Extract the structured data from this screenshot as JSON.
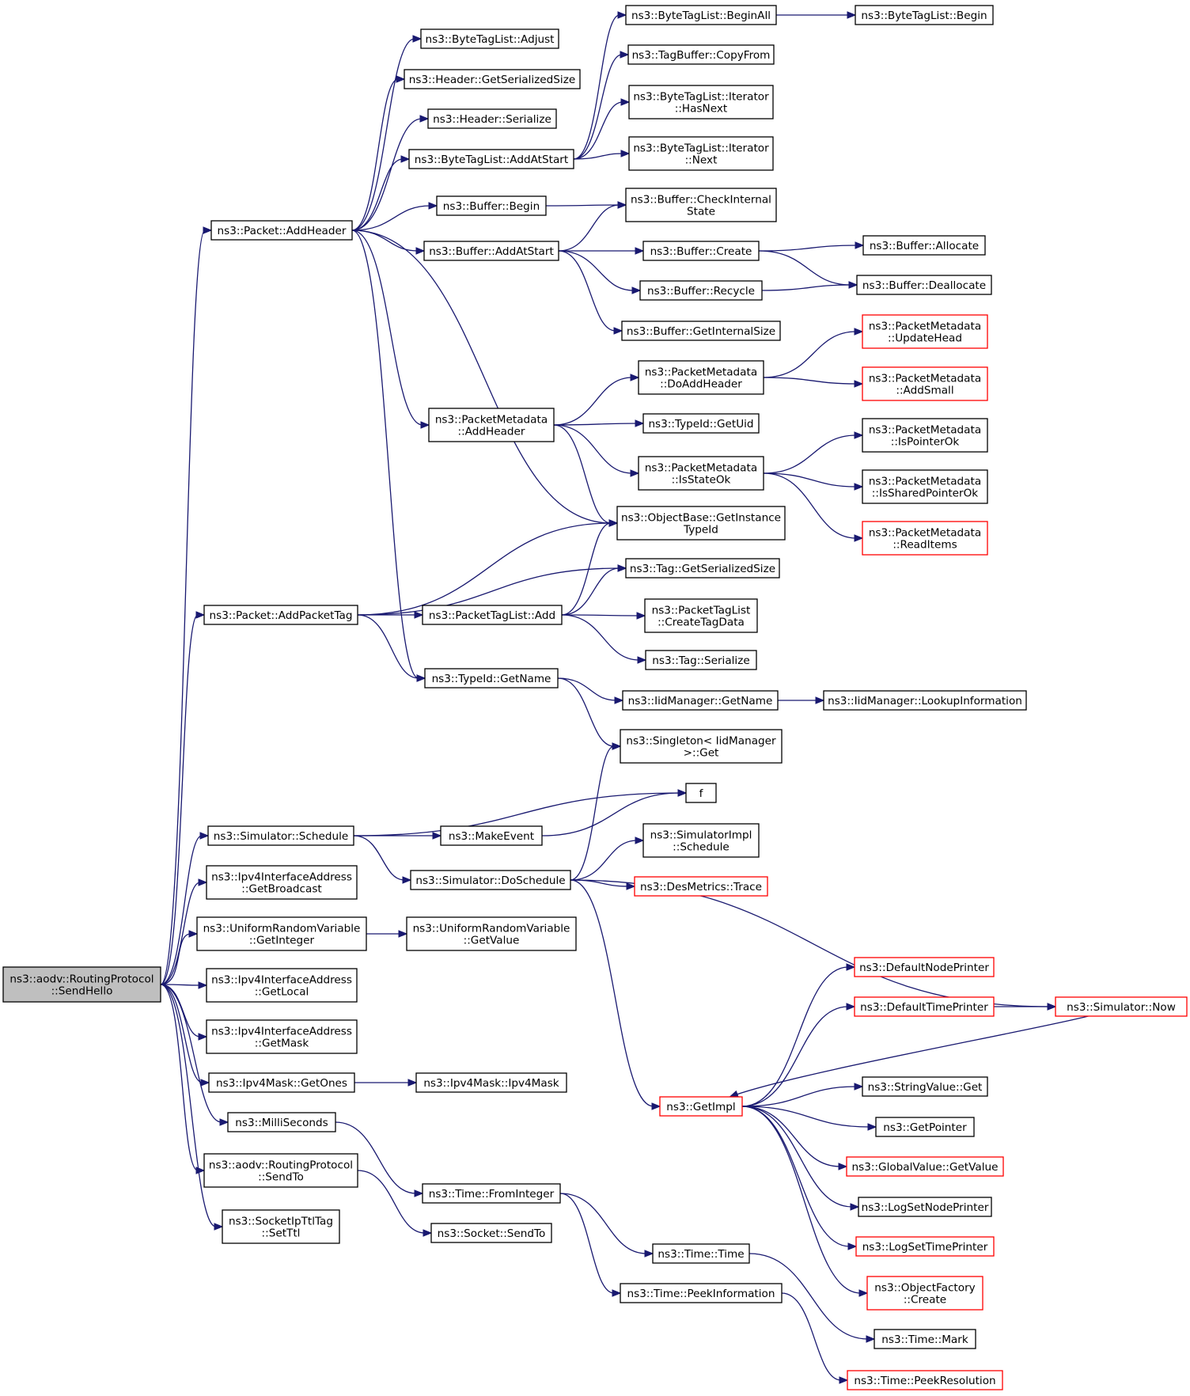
{
  "graph": {
    "root": "ns3::aodv::RoutingProtocol\n::SendHello",
    "nodes": [
      {
        "id": "root",
        "label": "ns3::aodv::RoutingProtocol\n::SendHello",
        "style": "root"
      },
      {
        "id": "packet_addheader",
        "label": "ns3::Packet::AddHeader"
      },
      {
        "id": "packet_addpackettag",
        "label": "ns3::Packet::AddPacketTag"
      },
      {
        "id": "sim_schedule",
        "label": "ns3::Simulator::Schedule"
      },
      {
        "id": "ipv4_getbroadcast",
        "label": "ns3::Ipv4InterfaceAddress\n::GetBroadcast"
      },
      {
        "id": "urv_getinteger",
        "label": "ns3::UniformRandomVariable\n::GetInteger"
      },
      {
        "id": "ipv4_getlocal",
        "label": "ns3::Ipv4InterfaceAddress\n::GetLocal"
      },
      {
        "id": "ipv4_getmask",
        "label": "ns3::Ipv4InterfaceAddress\n::GetMask"
      },
      {
        "id": "mask_getones",
        "label": "ns3::Ipv4Mask::GetOnes"
      },
      {
        "id": "milliseconds",
        "label": "ns3::MilliSeconds"
      },
      {
        "id": "rp_sendto",
        "label": "ns3::aodv::RoutingProtocol\n::SendTo"
      },
      {
        "id": "socketipttl_setttl",
        "label": "ns3::SocketIpTtlTag\n::SetTtl"
      },
      {
        "id": "btl_adjust",
        "label": "ns3::ByteTagList::Adjust"
      },
      {
        "id": "header_getsersize",
        "label": "ns3::Header::GetSerializedSize"
      },
      {
        "id": "header_serialize",
        "label": "ns3::Header::Serialize"
      },
      {
        "id": "btl_addatstart",
        "label": "ns3::ByteTagList::AddAtStart"
      },
      {
        "id": "buffer_begin",
        "label": "ns3::Buffer::Begin"
      },
      {
        "id": "buffer_addatstart",
        "label": "ns3::Buffer::AddAtStart"
      },
      {
        "id": "pm_addheader",
        "label": "ns3::PacketMetadata\n::AddHeader"
      },
      {
        "id": "ptl_add",
        "label": "ns3::PacketTagList::Add"
      },
      {
        "id": "typeid_getname",
        "label": "ns3::TypeId::GetName"
      },
      {
        "id": "makeevent",
        "label": "ns3::MakeEvent"
      },
      {
        "id": "sim_doschedule",
        "label": "ns3::Simulator::DoSchedule"
      },
      {
        "id": "urv_getvalue",
        "label": "ns3::UniformRandomVariable\n::GetValue"
      },
      {
        "id": "mask_ipv4mask",
        "label": "ns3::Ipv4Mask::Ipv4Mask"
      },
      {
        "id": "time_frominteger",
        "label": "ns3::Time::FromInteger"
      },
      {
        "id": "socket_sendto",
        "label": "ns3::Socket::SendTo"
      },
      {
        "id": "btl_beginall",
        "label": "ns3::ByteTagList::BeginAll"
      },
      {
        "id": "tagbuffer_copyfrom",
        "label": "ns3::TagBuffer::CopyFrom"
      },
      {
        "id": "btl_iter_hasnext",
        "label": "ns3::ByteTagList::Iterator\n::HasNext"
      },
      {
        "id": "btl_iter_next",
        "label": "ns3::ByteTagList::Iterator\n::Next"
      },
      {
        "id": "buffer_checkinternal",
        "label": "ns3::Buffer::CheckInternal\nState"
      },
      {
        "id": "buffer_create",
        "label": "ns3::Buffer::Create"
      },
      {
        "id": "buffer_recycle",
        "label": "ns3::Buffer::Recycle"
      },
      {
        "id": "buffer_getinternalsize",
        "label": "ns3::Buffer::GetInternalSize"
      },
      {
        "id": "pm_doaddheader",
        "label": "ns3::PacketMetadata\n::DoAddHeader"
      },
      {
        "id": "typeid_getuid",
        "label": "ns3::TypeId::GetUid"
      },
      {
        "id": "pm_isstateok",
        "label": "ns3::PacketMetadata\n::IsStateOk"
      },
      {
        "id": "objbase_getinstancetypeid",
        "label": "ns3::ObjectBase::GetInstance\nTypeId"
      },
      {
        "id": "tag_getsersize",
        "label": "ns3::Tag::GetSerializedSize"
      },
      {
        "id": "ptl_createtagdata",
        "label": "ns3::PacketTagList\n::CreateTagData"
      },
      {
        "id": "tag_serialize",
        "label": "ns3::Tag::Serialize"
      },
      {
        "id": "iidmgr_getname",
        "label": "ns3::IidManager::GetName"
      },
      {
        "id": "singleton_get",
        "label": "ns3::Singleton< IidManager\n>::Get"
      },
      {
        "id": "f",
        "label": "f"
      },
      {
        "id": "simimpl_schedule",
        "label": "ns3::SimulatorImpl\n::Schedule"
      },
      {
        "id": "desmetrics_trace",
        "label": "ns3::DesMetrics::Trace",
        "style": "red"
      },
      {
        "id": "getimpl",
        "label": "ns3::GetImpl",
        "style": "red"
      },
      {
        "id": "time_time",
        "label": "ns3::Time::Time"
      },
      {
        "id": "time_peekinformation",
        "label": "ns3::Time::PeekInformation"
      },
      {
        "id": "btl_begin",
        "label": "ns3::ByteTagList::Begin"
      },
      {
        "id": "buffer_allocate",
        "label": "ns3::Buffer::Allocate"
      },
      {
        "id": "buffer_deallocate",
        "label": "ns3::Buffer::Deallocate"
      },
      {
        "id": "pm_updatehead",
        "label": "ns3::PacketMetadata\n::UpdateHead",
        "style": "red"
      },
      {
        "id": "pm_addsmall",
        "label": "ns3::PacketMetadata\n::AddSmall",
        "style": "red"
      },
      {
        "id": "pm_ispointerok",
        "label": "ns3::PacketMetadata\n::IsPointerOk"
      },
      {
        "id": "pm_issharedpointerok",
        "label": "ns3::PacketMetadata\n::IsSharedPointerOk"
      },
      {
        "id": "pm_readitems",
        "label": "ns3::PacketMetadata\n::ReadItems",
        "style": "red"
      },
      {
        "id": "iidmgr_lookupinfo",
        "label": "ns3::IidManager::LookupInformation"
      },
      {
        "id": "defaultnodeprinter",
        "label": "ns3::DefaultNodePrinter",
        "style": "red"
      },
      {
        "id": "defaulttimeprinter",
        "label": "ns3::DefaultTimePrinter",
        "style": "red"
      },
      {
        "id": "sim_now",
        "label": "ns3::Simulator::Now",
        "style": "red"
      },
      {
        "id": "stringvalue_get",
        "label": "ns3::StringValue::Get"
      },
      {
        "id": "getpointer",
        "label": "ns3::GetPointer"
      },
      {
        "id": "globalvalue_getvalue",
        "label": "ns3::GlobalValue::GetValue",
        "style": "red"
      },
      {
        "id": "logsetnodeprinter",
        "label": "ns3::LogSetNodePrinter"
      },
      {
        "id": "logsettimeprinter",
        "label": "ns3::LogSetTimePrinter",
        "style": "red"
      },
      {
        "id": "objectfactory_create",
        "label": "ns3::ObjectFactory\n::Create",
        "style": "red"
      },
      {
        "id": "time_mark",
        "label": "ns3::Time::Mark"
      },
      {
        "id": "time_peekresolution",
        "label": "ns3::Time::PeekResolution",
        "style": "red"
      }
    ],
    "edges": [
      [
        "root",
        "packet_addheader"
      ],
      [
        "root",
        "packet_addpackettag"
      ],
      [
        "root",
        "sim_schedule"
      ],
      [
        "root",
        "ipv4_getbroadcast"
      ],
      [
        "root",
        "urv_getinteger"
      ],
      [
        "root",
        "ipv4_getlocal"
      ],
      [
        "root",
        "ipv4_getmask"
      ],
      [
        "root",
        "mask_getones"
      ],
      [
        "root",
        "milliseconds"
      ],
      [
        "root",
        "rp_sendto"
      ],
      [
        "root",
        "socketipttl_setttl"
      ],
      [
        "packet_addheader",
        "btl_adjust"
      ],
      [
        "packet_addheader",
        "header_getsersize"
      ],
      [
        "packet_addheader",
        "header_serialize"
      ],
      [
        "packet_addheader",
        "btl_addatstart"
      ],
      [
        "packet_addheader",
        "buffer_begin"
      ],
      [
        "packet_addheader",
        "buffer_addatstart"
      ],
      [
        "packet_addheader",
        "pm_addheader"
      ],
      [
        "packet_addheader",
        "objbase_getinstancetypeid"
      ],
      [
        "packet_addheader",
        "typeid_getname"
      ],
      [
        "btl_addatstart",
        "btl_beginall"
      ],
      [
        "btl_addatstart",
        "tagbuffer_copyfrom"
      ],
      [
        "btl_addatstart",
        "btl_iter_hasnext"
      ],
      [
        "btl_addatstart",
        "btl_iter_next"
      ],
      [
        "btl_beginall",
        "btl_begin"
      ],
      [
        "buffer_begin",
        "buffer_checkinternal"
      ],
      [
        "buffer_addatstart",
        "buffer_checkinternal"
      ],
      [
        "buffer_addatstart",
        "buffer_create"
      ],
      [
        "buffer_addatstart",
        "buffer_recycle"
      ],
      [
        "buffer_addatstart",
        "buffer_getinternalsize"
      ],
      [
        "buffer_create",
        "buffer_allocate"
      ],
      [
        "buffer_create",
        "buffer_deallocate"
      ],
      [
        "buffer_recycle",
        "buffer_deallocate"
      ],
      [
        "pm_addheader",
        "pm_doaddheader"
      ],
      [
        "pm_addheader",
        "typeid_getuid"
      ],
      [
        "pm_addheader",
        "pm_isstateok"
      ],
      [
        "pm_addheader",
        "objbase_getinstancetypeid"
      ],
      [
        "pm_doaddheader",
        "pm_updatehead"
      ],
      [
        "pm_doaddheader",
        "pm_addsmall"
      ],
      [
        "pm_isstateok",
        "pm_ispointerok"
      ],
      [
        "pm_isstateok",
        "pm_issharedpointerok"
      ],
      [
        "pm_isstateok",
        "pm_readitems"
      ],
      [
        "packet_addpackettag",
        "objbase_getinstancetypeid"
      ],
      [
        "packet_addpackettag",
        "tag_getsersize"
      ],
      [
        "packet_addpackettag",
        "ptl_add"
      ],
      [
        "packet_addpackettag",
        "typeid_getname"
      ],
      [
        "ptl_add",
        "objbase_getinstancetypeid"
      ],
      [
        "ptl_add",
        "tag_getsersize"
      ],
      [
        "ptl_add",
        "ptl_createtagdata"
      ],
      [
        "ptl_add",
        "tag_serialize"
      ],
      [
        "typeid_getname",
        "iidmgr_getname"
      ],
      [
        "typeid_getname",
        "singleton_get"
      ],
      [
        "iidmgr_getname",
        "iidmgr_lookupinfo"
      ],
      [
        "sim_schedule",
        "f"
      ],
      [
        "sim_schedule",
        "makeevent"
      ],
      [
        "sim_schedule",
        "sim_doschedule"
      ],
      [
        "makeevent",
        "f"
      ],
      [
        "sim_doschedule",
        "singleton_get"
      ],
      [
        "sim_doschedule",
        "simimpl_schedule"
      ],
      [
        "sim_doschedule",
        "desmetrics_trace"
      ],
      [
        "sim_doschedule",
        "sim_now"
      ],
      [
        "sim_doschedule",
        "getimpl"
      ],
      [
        "getimpl",
        "defaultnodeprinter"
      ],
      [
        "getimpl",
        "defaulttimeprinter"
      ],
      [
        "getimpl",
        "stringvalue_get"
      ],
      [
        "getimpl",
        "getpointer"
      ],
      [
        "getimpl",
        "globalvalue_getvalue"
      ],
      [
        "getimpl",
        "logsetnodeprinter"
      ],
      [
        "getimpl",
        "logsettimeprinter"
      ],
      [
        "getimpl",
        "objectfactory_create"
      ],
      [
        "defaulttimeprinter",
        "sim_now"
      ],
      [
        "sim_now",
        "getimpl"
      ],
      [
        "urv_getinteger",
        "urv_getvalue"
      ],
      [
        "mask_getones",
        "mask_ipv4mask"
      ],
      [
        "milliseconds",
        "time_frominteger"
      ],
      [
        "rp_sendto",
        "socket_sendto"
      ],
      [
        "time_frominteger",
        "time_time"
      ],
      [
        "time_frominteger",
        "time_peekinformation"
      ],
      [
        "time_time",
        "time_mark"
      ],
      [
        "time_peekinformation",
        "time_peekresolution"
      ]
    ]
  },
  "colors": {
    "edge": "#191970",
    "node_border": "#000000",
    "node_border_truncated": "#ff0000",
    "root_fill": "#bfbfbf",
    "background": "#ffffff"
  }
}
